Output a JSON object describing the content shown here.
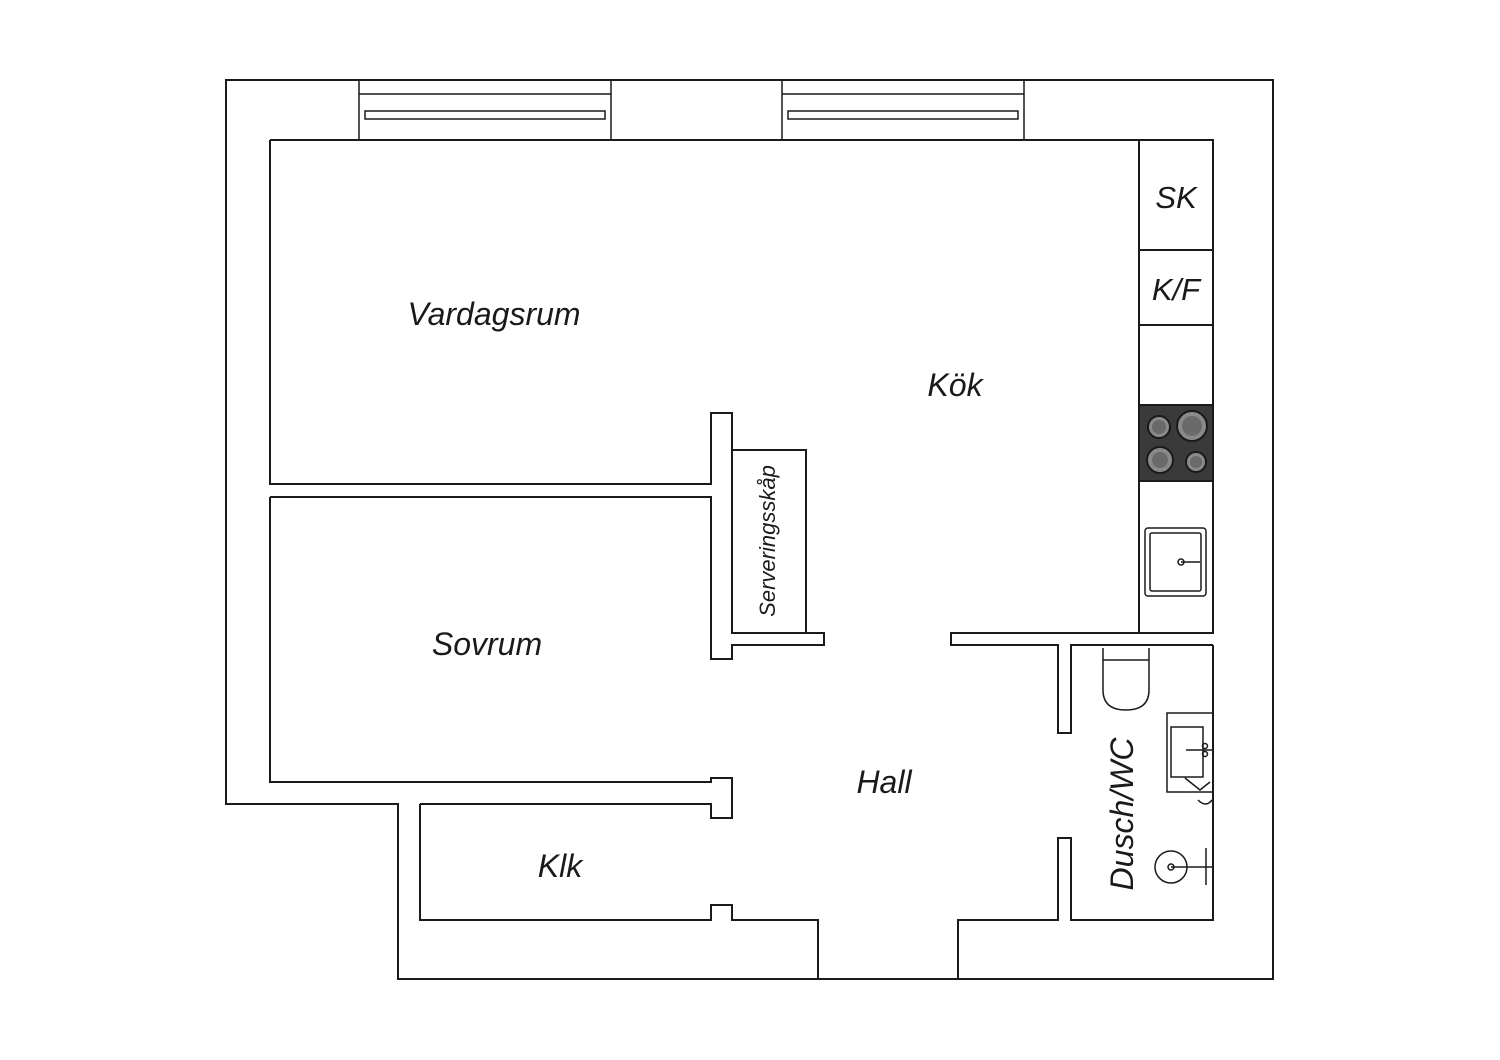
{
  "floorplan": {
    "rooms": {
      "living_room": "Vardagsrum",
      "kitchen": "Kök",
      "bedroom": "Sovrum",
      "hall": "Hall",
      "closet": "Klk",
      "bathroom": "Dusch/WC"
    },
    "fixtures": {
      "serving_cabinet": "Serveringsskåp",
      "cabinet_sk": "SK",
      "fridge_freezer": "K/F"
    },
    "icons": [
      "stove-icon",
      "sink-icon",
      "toilet-icon",
      "washbasin-icon",
      "shower-icon"
    ],
    "colors": {
      "wall_line": "#1a1a1a",
      "stove_fill": "#3a3a3a",
      "background": "#ffffff"
    }
  }
}
